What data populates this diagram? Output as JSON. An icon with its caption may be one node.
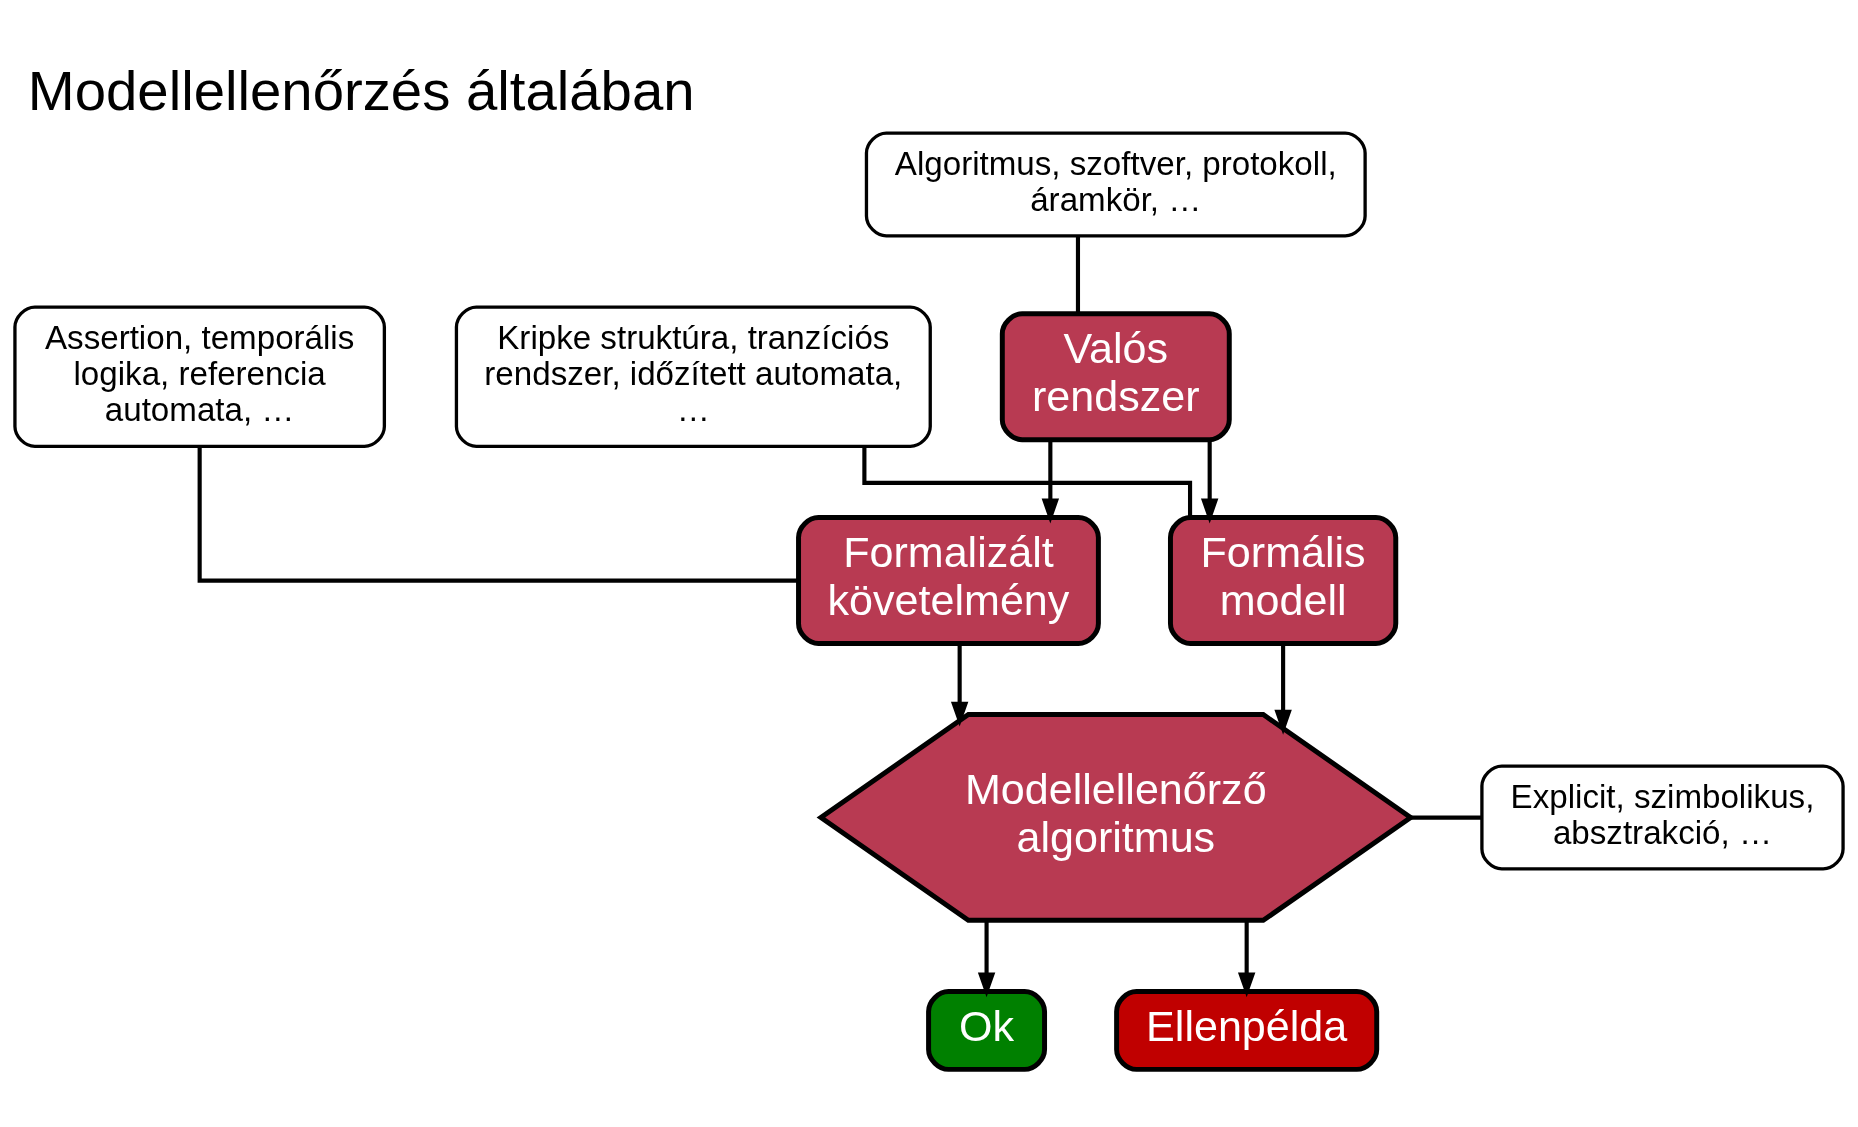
{
  "diagram": {
    "title": "Modellellenőrzés általában",
    "nodes": [
      {
        "text": [
          "Valós rendszer"
        ]
      },
      {
        "text": [
          "Formális modell"
        ]
      },
      {
        "text": [
          "Formalizált követelmény"
        ]
      },
      {
        "text": [
          "Modellellenőrző algoritmus"
        ]
      },
      {
        "text": [
          "Ok"
        ]
      },
      {
        "text": [
          "Ellenpélda"
        ]
      },
      {
        "text": [
          "Algoritmus, szoftver, protokoll, áramkör, …"
        ]
      },
      {
        "text": [
          "Kripke struktúra, tranzíciós rendszer, időzített automata, …"
        ]
      },
      {
        "text": [
          "Assertion, temporális logika, referencia automata, …"
        ]
      },
      {
        "text": [
          "Explicit, szimbolikus, absztrakció, …"
        ]
      }
    ],
    "edges": [
      {
        "from": 0,
        "to": 1,
        "arrow": "to"
      },
      {
        "from": 0,
        "to": 2,
        "arrow": "to"
      },
      {
        "from": 1,
        "to": 3,
        "arrow": "to"
      },
      {
        "from": 2,
        "to": 3,
        "arrow": "to"
      },
      {
        "from": 3,
        "to": 4,
        "arrow": "to"
      },
      {
        "from": 3,
        "to": 5,
        "arrow": "to"
      },
      {
        "from": 6,
        "to": 0,
        "arrow": "none"
      },
      {
        "from": 7,
        "to": 1,
        "arrow": "none"
      },
      {
        "from": 8,
        "to": 2,
        "arrow": "none"
      },
      {
        "from": 9,
        "to": 3,
        "arrow": "none"
      }
    ]
  }
}
